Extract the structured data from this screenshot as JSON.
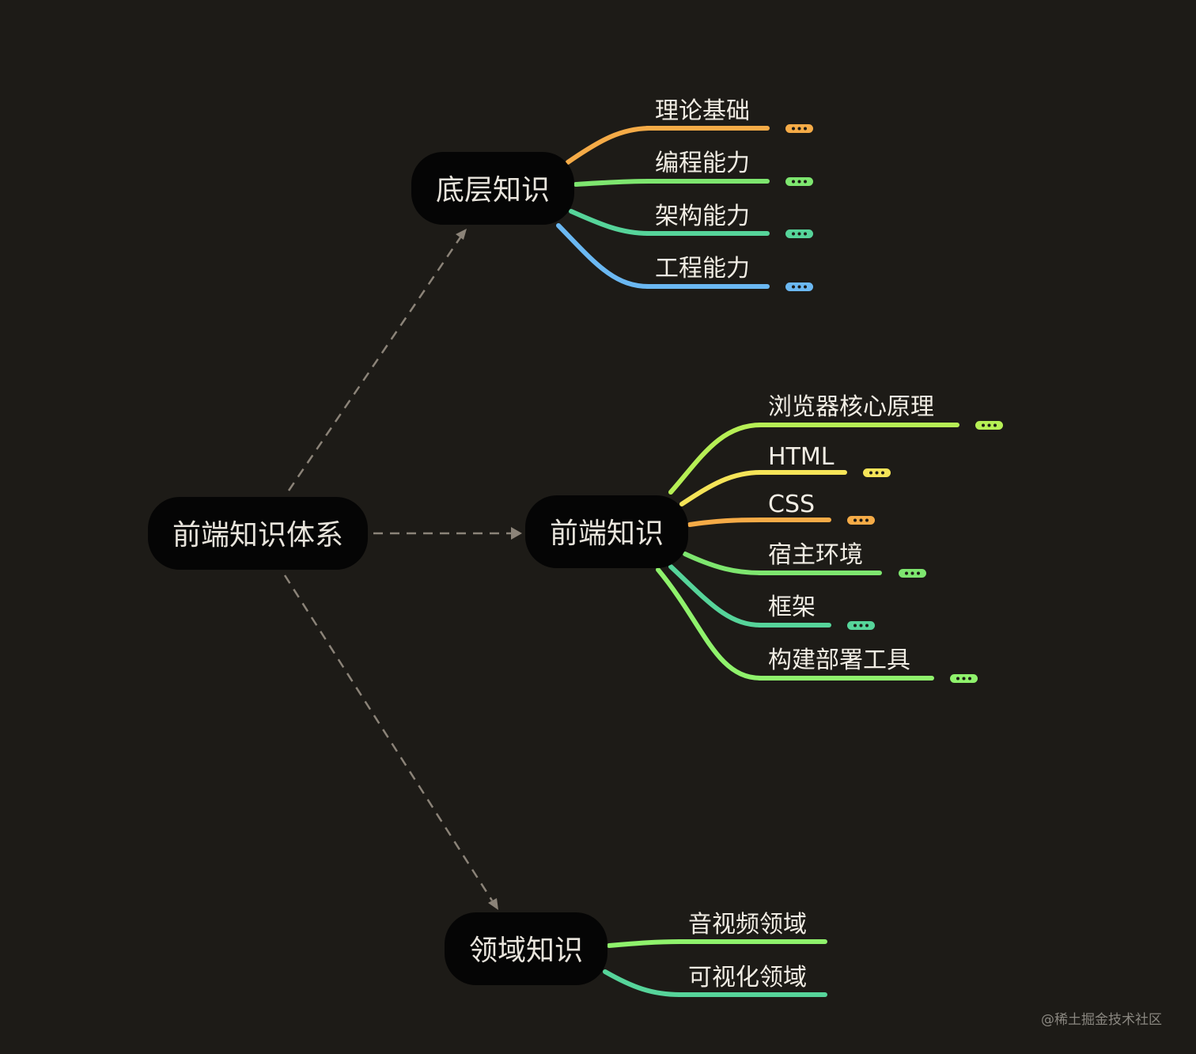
{
  "root": {
    "label": "前端知识体系"
  },
  "colors": {
    "background": "#1d1b17",
    "node_fill": "#050505",
    "connector": "#8b8378",
    "orange": "#f5ab47",
    "green": "#7ee66f",
    "teal": "#56d49a",
    "blue": "#6bb8f2",
    "lime": "#b6ef55",
    "yellow": "#f5e458"
  },
  "groups": [
    {
      "id": "g1",
      "label": "底层知识",
      "children": [
        {
          "label": "理论基础",
          "color": "#f5ab47",
          "collapsed": true,
          "icon": "more-dots-icon"
        },
        {
          "label": "编程能力",
          "color": "#7ee66f",
          "collapsed": true,
          "icon": "more-dots-icon"
        },
        {
          "label": "架构能力",
          "color": "#56d49a",
          "collapsed": true,
          "icon": "more-dots-icon"
        },
        {
          "label": "工程能力",
          "color": "#6bb8f2",
          "collapsed": true,
          "icon": "more-dots-icon"
        }
      ]
    },
    {
      "id": "g2",
      "label": "前端知识",
      "children": [
        {
          "label": "浏览器核心原理",
          "color": "#b6ef55",
          "collapsed": true,
          "icon": "more-dots-icon"
        },
        {
          "label": "HTML",
          "color": "#f5e458",
          "collapsed": true,
          "icon": "more-dots-icon"
        },
        {
          "label": "CSS",
          "color": "#f5ab47",
          "collapsed": true,
          "icon": "more-dots-icon"
        },
        {
          "label": "宿主环境",
          "color": "#7ee66f",
          "collapsed": true,
          "icon": "more-dots-icon"
        },
        {
          "label": "框架",
          "color": "#56d49a",
          "collapsed": true,
          "icon": "more-dots-icon"
        },
        {
          "label": "构建部署工具",
          "color": "#8ff26c",
          "collapsed": true,
          "icon": "more-dots-icon"
        }
      ]
    },
    {
      "id": "g3",
      "label": "领域知识",
      "children": [
        {
          "label": "音视频领域",
          "color": "#8ff26c",
          "collapsed": false
        },
        {
          "label": "可视化领域",
          "color": "#56d49a",
          "collapsed": false
        }
      ]
    }
  ],
  "watermark": "@稀土掘金技术社区"
}
